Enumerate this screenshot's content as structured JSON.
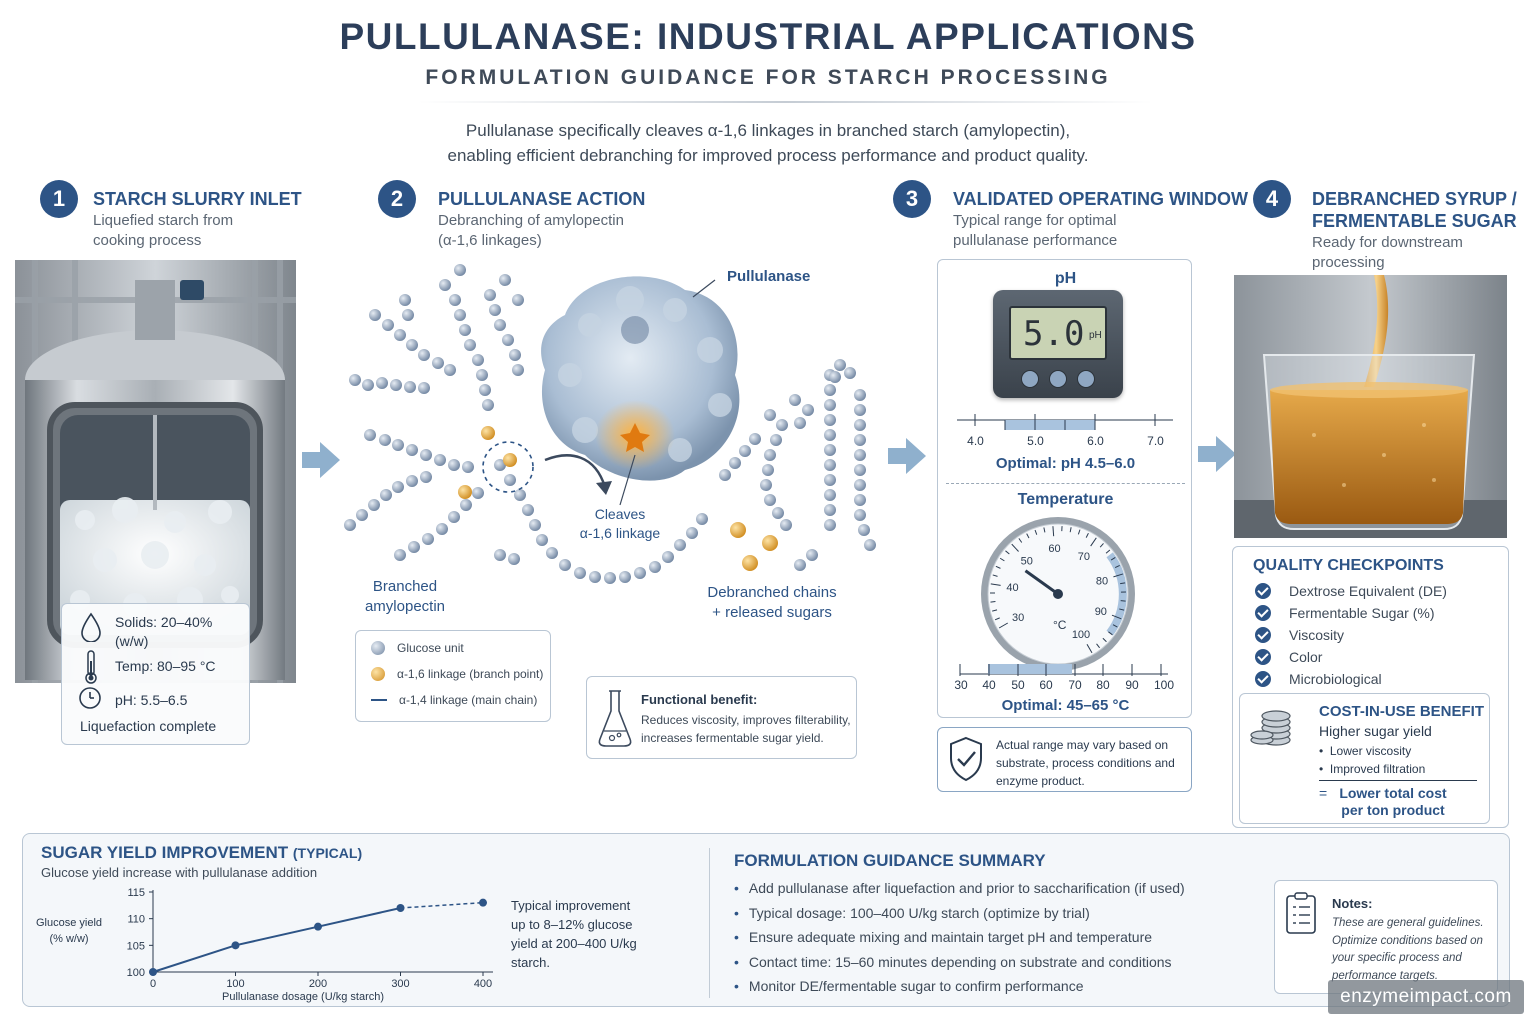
{
  "header": {
    "title": "PULLULANASE: INDUSTRIAL APPLICATIONS",
    "subtitle": "FORMULATION GUIDANCE FOR STARCH PROCESSING",
    "intro_line1": "Pullulanase specifically cleaves α-1,6 linkages in branched starch (amylopectin),",
    "intro_line2": "enabling efficient debranching for improved process performance and product quality."
  },
  "steps": [
    {
      "num": "1",
      "title": "STARCH SLURRY INLET",
      "sub1": "Liquefied starch from",
      "sub2": "cooking process"
    },
    {
      "num": "2",
      "title": "PULLULANASE ACTION",
      "sub1": "Debranching of amylopectin",
      "sub2": "(α-1,6 linkages)"
    },
    {
      "num": "3",
      "title": "VALIDATED OPERATING WINDOW",
      "sub1": "Typical range for optimal",
      "sub2": "pullulanase performance"
    },
    {
      "num": "4",
      "title1": "DEBRANCHED SYRUP /",
      "title2": "FERMENTABLE SUGAR",
      "sub1": "Ready for downstream",
      "sub2": "processing"
    }
  ],
  "tank_specs": {
    "solids1": "Solids: 20–40%",
    "solids2": "(w/w)",
    "temp": "Temp: 80–95 °C",
    "ph": "pH: 5.5–6.5",
    "status": "Liquefaction complete"
  },
  "action": {
    "enzyme_label": "Pullulanase",
    "cleaves1": "Cleaves",
    "cleaves2": "α-1,6 linkage",
    "branched1": "Branched",
    "branched2": "amylopectin",
    "debranched1": "Debranched chains",
    "debranched2": "+ released sugars",
    "legend": [
      {
        "label": "Glucose unit",
        "color": "#8a9ab2"
      },
      {
        "label": "α-1,6 linkage (branch point)",
        "color": "#e0a030"
      },
      {
        "label": "α-1,4 linkage (main chain)",
        "color": "#2d5486"
      }
    ],
    "benefit_title": "Functional benefit:",
    "benefit_line1": "Reduces viscosity, improves filterability,",
    "benefit_line2": "increases fermentable sugar yield."
  },
  "operating_window": {
    "ph_title": "pH",
    "ph_reading": "5.0",
    "ph_unit": "pH",
    "ph_ticks": [
      "4.0",
      "5.0",
      "6.0",
      "7.0"
    ],
    "ph_optimal": "Optimal: pH 4.5–6.0",
    "temp_title": "Temperature",
    "gauge_labels": [
      "30",
      "40",
      "50",
      "60",
      "70",
      "80",
      "90",
      "100"
    ],
    "gauge_unit": "°C",
    "gauge_value": 47,
    "temp_ticks": [
      "30",
      "40",
      "50",
      "60",
      "70",
      "80",
      "90",
      "100"
    ],
    "temp_optimal": "Optimal: 45–65 °C",
    "disclaimer1": "Actual range may vary based on",
    "disclaimer2": "substrate, process conditions and",
    "disclaimer3": "enzyme product."
  },
  "quality": {
    "title": "QUALITY CHECKPOINTS",
    "items": [
      "Dextrose Equivalent (DE)",
      "Fermentable Sugar (%)",
      "Viscosity",
      "Color",
      "Microbiological"
    ]
  },
  "cost": {
    "title": "COST-IN-USE BENEFIT",
    "line1": "Higher sugar yield",
    "bullet1": "Lower  viscosity",
    "bullet2": "Improved filtration",
    "eq": "=",
    "result1": "Lower total cost",
    "result2": "per ton product"
  },
  "yield_chart": {
    "title": "SUGAR YIELD IMPROVEMENT",
    "title_suffix": "(TYPICAL)",
    "subtitle": "Glucose yield increase with pullulanase addition",
    "note1": "Typical improvement",
    "note2": "up to 8–12% glucose",
    "note3": "yield at 200–400 U/kg",
    "note4": "starch."
  },
  "chart_data": {
    "type": "line",
    "title": "SUGAR YIELD IMPROVEMENT (TYPICAL)",
    "xlabel": "Pullulanase dosage (U/kg starch)",
    "ylabel1": "Glucose yield",
    "ylabel2": "(% w/w)",
    "x": [
      0,
      100,
      200,
      300,
      400
    ],
    "values": [
      100,
      105,
      108.5,
      112,
      113
    ],
    "xticks": [
      "0",
      "100",
      "200",
      "300",
      "400"
    ],
    "yticks": [
      "100",
      "105",
      "110",
      "115"
    ],
    "xlim": [
      0,
      400
    ],
    "ylim": [
      100,
      115
    ],
    "dashed_after_index": 3,
    "color": "#2d5486"
  },
  "summary": {
    "title": "FORMULATION GUIDANCE SUMMARY",
    "items": [
      "Add pullulanase after liquefaction and prior to saccharification (if used)",
      "Typical dosage: 100–400 U/kg starch (optimize by trial)",
      "Ensure adequate mixing and maintain target pH and temperature",
      "Contact time: 15–60 minutes depending on substrate and conditions",
      "Monitor DE/fermentable sugar to confirm performance"
    ]
  },
  "notes": {
    "title": "Notes:",
    "line1": "These are general guidelines.",
    "line2": "Optimize conditions based on",
    "line3": "your specific process and",
    "line4": "performance targets."
  },
  "watermark": "enzymeimpact.com"
}
